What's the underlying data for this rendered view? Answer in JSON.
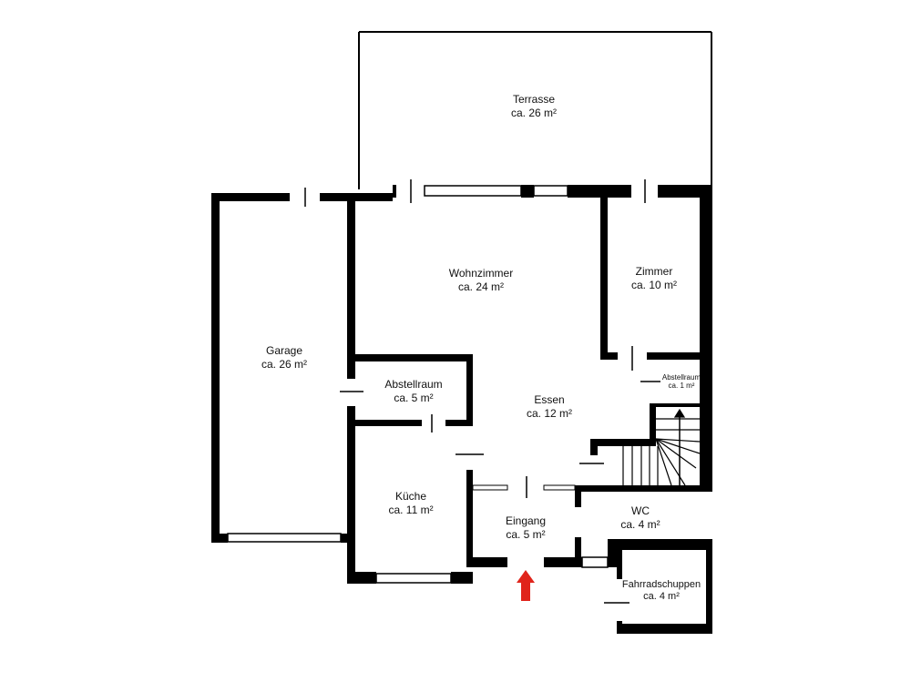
{
  "rooms": {
    "terrasse": {
      "name": "Terrasse",
      "area": "ca. 26 m²"
    },
    "garage": {
      "name": "Garage",
      "area": "ca. 26 m²"
    },
    "wohnzimmer": {
      "name": "Wohnzimmer",
      "area": "ca. 24 m²"
    },
    "zimmer": {
      "name": "Zimmer",
      "area": "ca. 10 m²"
    },
    "abstellraum_small": {
      "name": "Abstellraum",
      "area": "ca. 1 m²"
    },
    "abstellraum": {
      "name": "Abstellraum",
      "area": "ca. 5 m²"
    },
    "essen": {
      "name": "Essen",
      "area": "ca. 12 m²"
    },
    "kueche": {
      "name": "Küche",
      "area": "ca. 11 m²"
    },
    "eingang": {
      "name": "Eingang",
      "area": "ca. 5 m²"
    },
    "wc": {
      "name": "WC",
      "area": "ca. 4 m²"
    },
    "fahrradschuppen": {
      "name": "Fahrradschuppen",
      "area": "ca. 4 m²"
    }
  },
  "colors": {
    "wall": "#000000",
    "entrance_arrow": "#e0241b",
    "background": "#ffffff"
  },
  "icons": {
    "entrance": "red-up-arrow-icon",
    "stairs": "staircase-icon"
  }
}
